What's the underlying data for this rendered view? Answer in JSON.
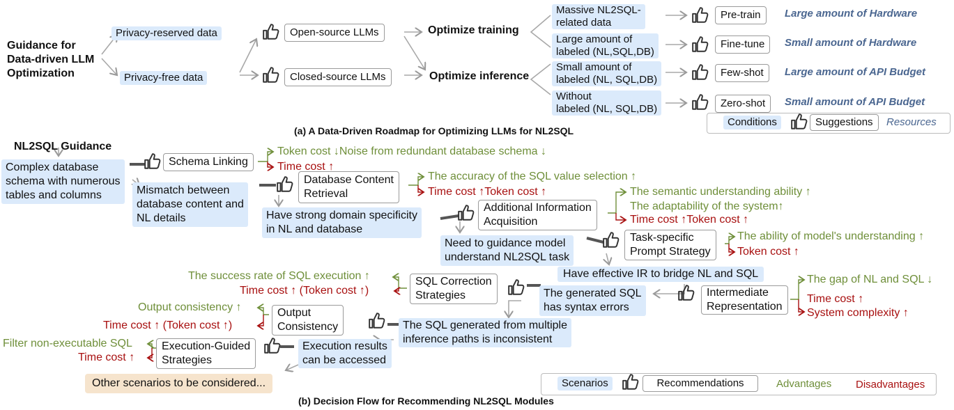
{
  "part_a": {
    "guidance": [
      "Guidance for",
      "Data-driven LLM",
      "Optimization"
    ],
    "privacy_reserved": "Privacy-reserved data",
    "privacy_free": "Privacy-free data",
    "open_source": "Open-source LLMs",
    "closed_source": "Closed-source LLMs",
    "optimize_training": "Optimize training",
    "optimize_inference": "Optimize inference",
    "conditions": [
      [
        "Massive NL2SQL-",
        "related data"
      ],
      [
        "Large amount of",
        "labeled (NL,SQL,DB)"
      ],
      [
        "Small amount of",
        "labeled (NL, SQL,DB)"
      ],
      [
        "Without",
        "labeled (NL, SQL,DB)"
      ]
    ],
    "suggestions": [
      "Pre-train",
      "Fine-tune",
      "Few-shot",
      "Zero-shot"
    ],
    "resources": [
      "Large amount of  Hardware",
      "Small amount of Hardware",
      "Large amount of  API Budget",
      "Small amount of API  Budget"
    ],
    "legend": {
      "conditions": "Conditions",
      "suggestions": "Suggestions",
      "resources": "Resources"
    },
    "caption": "(a)  A Data-Driven Roadmap for Optimizing LLMs for NL2SQL"
  },
  "part_b": {
    "title": "NL2SQL Guidance",
    "scenarios": {
      "s1": [
        "Complex database",
        "schema with numerous",
        "tables and columns"
      ],
      "s2": [
        "Mismatch between",
        "database content and",
        "NL details"
      ],
      "s3": [
        "Have strong domain specificity",
        "in NL and database"
      ],
      "s4": [
        "Need to guidance model",
        "understand NL2SQL task"
      ],
      "s5": [
        "Have effective IR to bridge NL and SQL"
      ],
      "s6": [
        "The generated SQL",
        "has syntax errors"
      ],
      "s7": [
        "The SQL generated from multiple",
        "inference paths is inconsistent"
      ],
      "s8": [
        "Execution results",
        "can be accessed"
      ]
    },
    "modules": {
      "m1": [
        "Schema Linking"
      ],
      "m2": [
        "Database Content",
        "Retrieval"
      ],
      "m3": [
        "Additional Information",
        "Acquisition"
      ],
      "m4": [
        "Task-specific",
        "Prompt Strategy"
      ],
      "m5": [
        "Intermediate",
        "Representation"
      ],
      "m6": [
        "SQL Correction",
        "Strategies"
      ],
      "m7": [
        "Output",
        "Consistency"
      ],
      "m8": [
        "Execution-Guided",
        "Strategies"
      ]
    },
    "advantages": {
      "a1": "Token cost ↓Noise from redundant database schema  ↓",
      "a2": "The accuracy of the SQL value selection ↑",
      "a3a": "The semantic understanding ability ↑",
      "a3b": "The adaptability of the system↑",
      "a4": "The ability of model's understanding ↑",
      "a5": "The gap of NL and SQL ↓",
      "a6": "The success rate of SQL execution ↑",
      "a7": "Output consistency  ↑",
      "a8": "Filter non-executable SQL"
    },
    "disadvantages": {
      "d1": "Time cost ↑",
      "d2": "Time cost ↑Token cost ↑",
      "d3": "Time cost ↑Token cost ↑",
      "d4": "Token cost ↑",
      "d5a": "Time cost ↑",
      "d5b": "System complexity ↑",
      "d6": "Time cost ↑ (Token cost ↑)",
      "d7": "Time cost ↑ (Token cost ↑)",
      "d8": "Time cost ↑"
    },
    "other": "Other scenarios to be considered...",
    "legend": {
      "scenarios": "Scenarios",
      "recommendations": "Recommendations",
      "advantages": "Advantages",
      "disadvantages": "Disadvantages"
    },
    "caption": "(b)  Decision Flow for Recommending NL2SQL Modules"
  },
  "colors": {
    "scenario_bg": "#dbeafb",
    "advantage": "#6f8f3a",
    "disadvantage": "#a81010",
    "resource": "#4a6690",
    "other_bg": "#f6e4cd"
  }
}
